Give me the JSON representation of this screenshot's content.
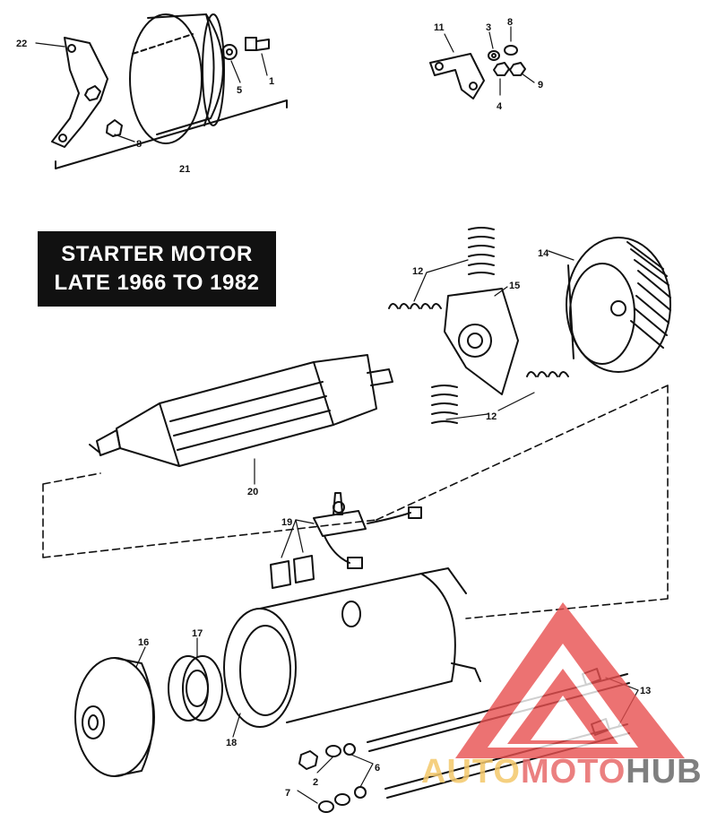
{
  "title": {
    "line1": "STARTER MOTOR",
    "line2": "LATE 1966 TO 1982"
  },
  "callouts": [
    "1",
    "2",
    "3",
    "4",
    "5",
    "6",
    "7",
    "8",
    "8",
    "9",
    "11",
    "12",
    "12",
    "13",
    "14",
    "15",
    "16",
    "17",
    "18",
    "19",
    "20",
    "21",
    "22"
  ],
  "watermark": {
    "part1": "AUTO",
    "part2": "MOTO",
    "part3": "HUB"
  },
  "colors": {
    "ink": "#111111",
    "watermark_red": "#e85050",
    "watermark_gold": "#f4c86a",
    "watermark_gray": "#555555"
  }
}
